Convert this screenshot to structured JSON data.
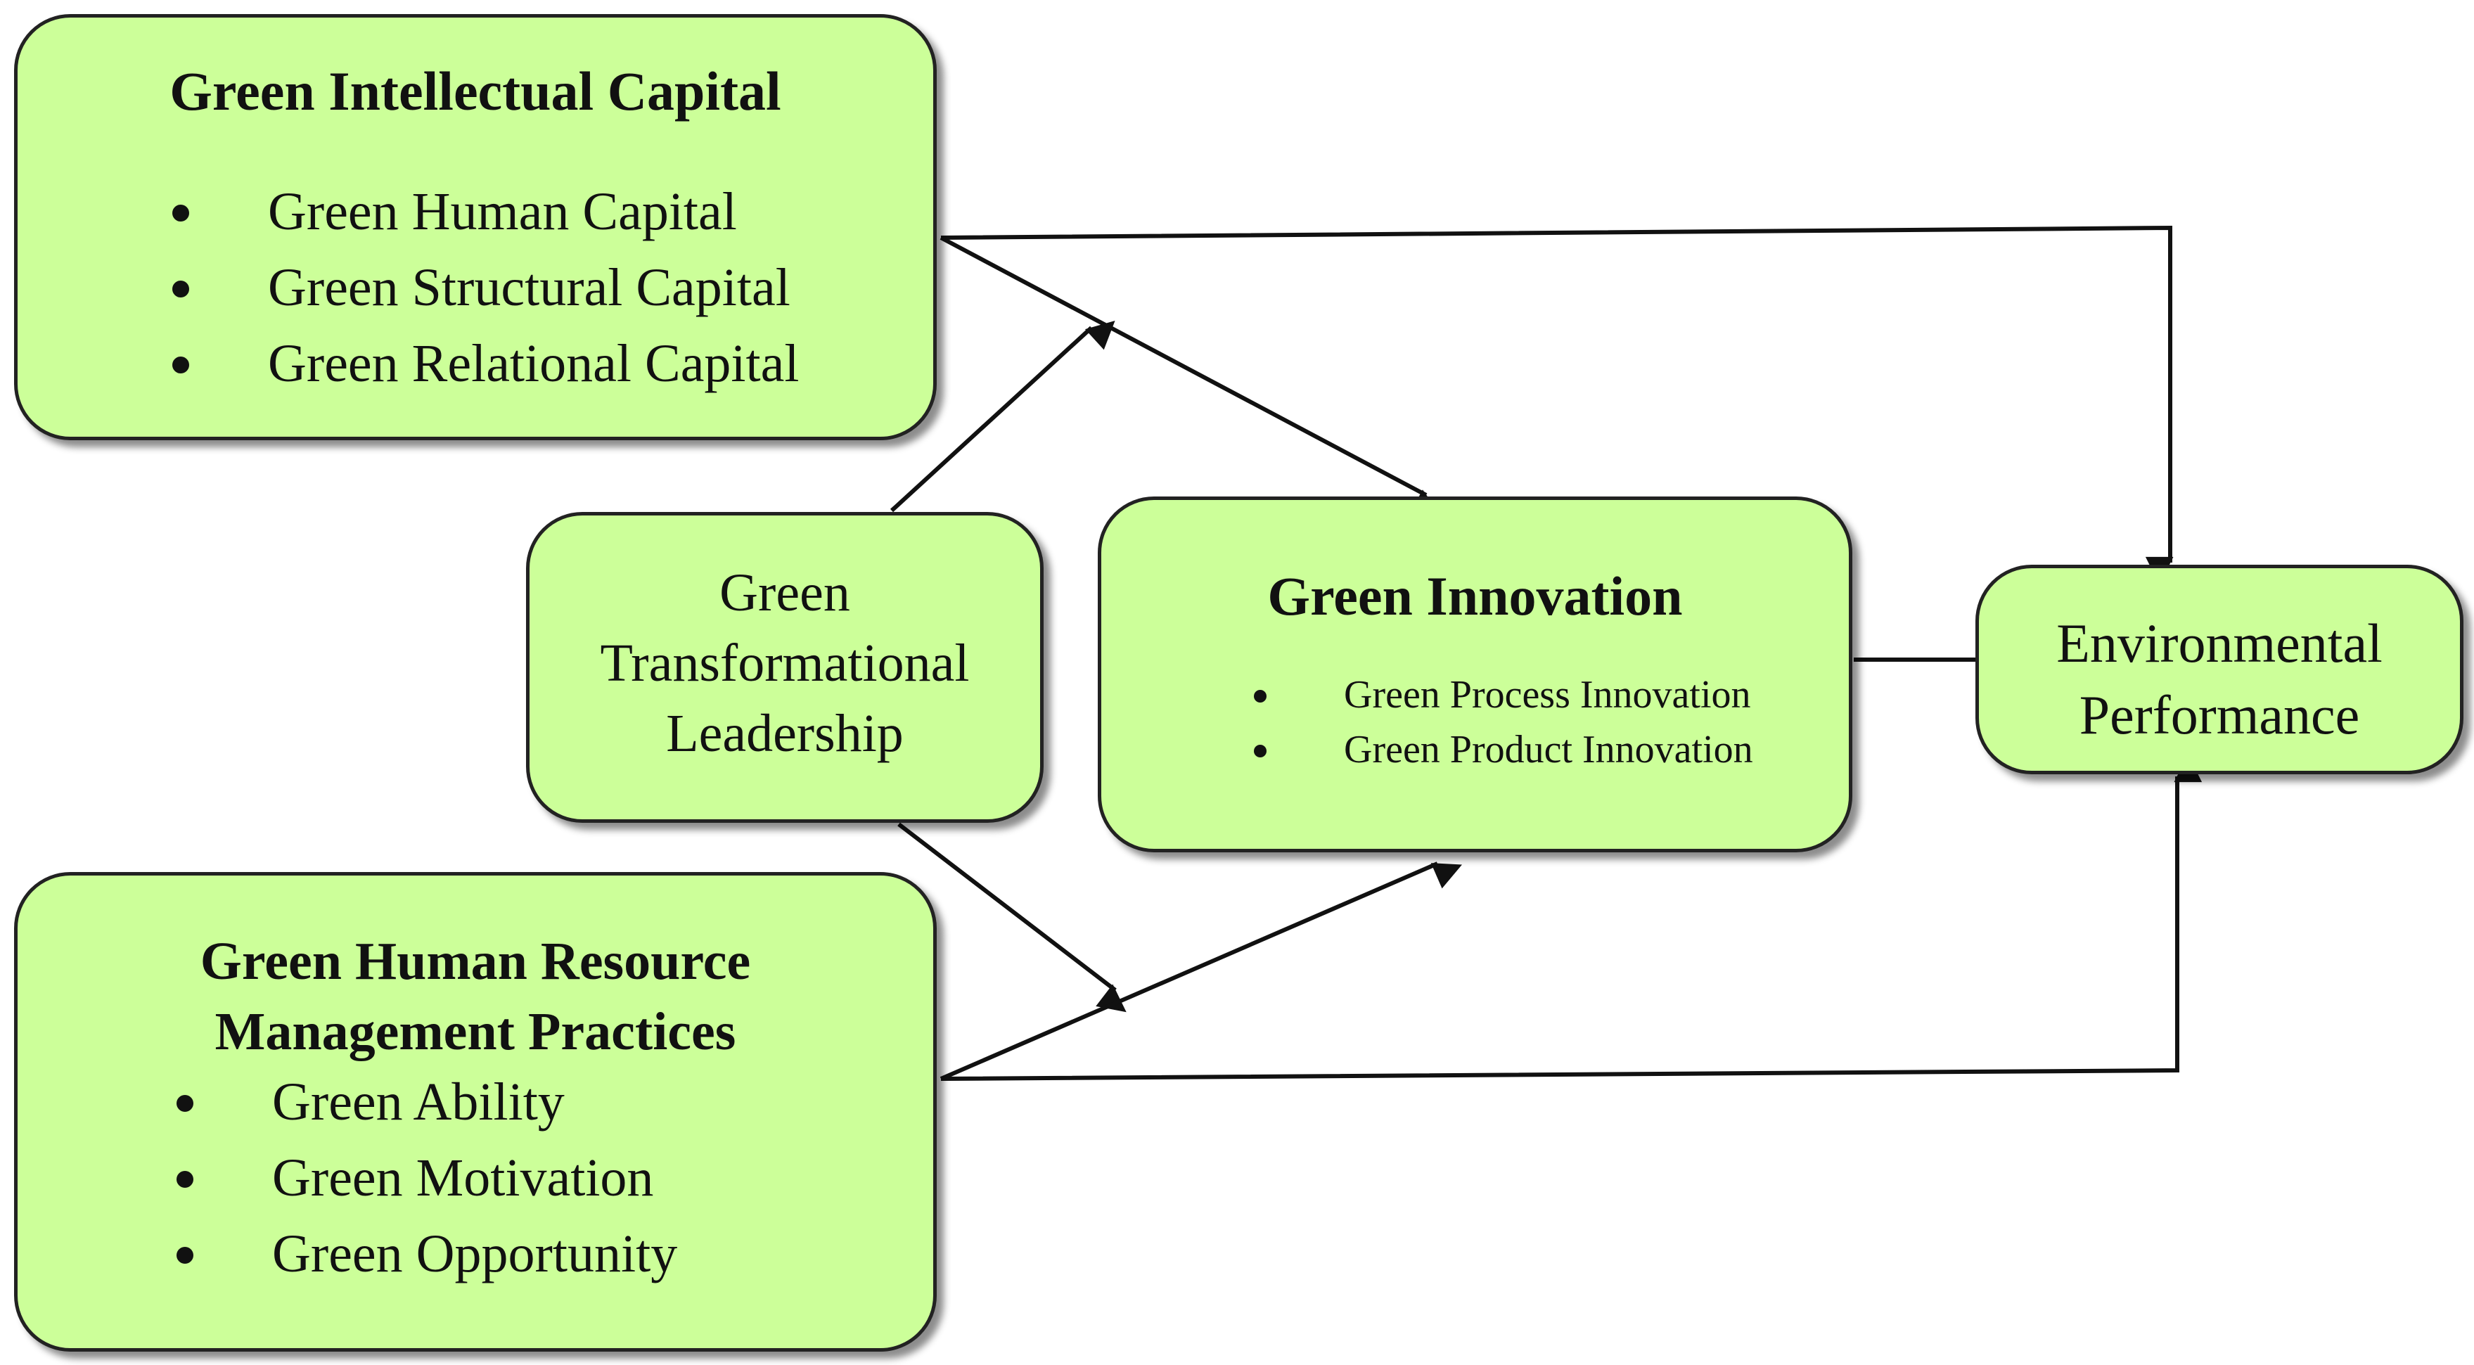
{
  "diagram": {
    "gic": {
      "title": "Green Intellectual Capital",
      "items": [
        "Green Human Capital",
        "Green Structural Capital",
        "Green Relational Capital"
      ]
    },
    "gtl": {
      "lines": [
        "Green",
        "Transformational",
        "Leadership"
      ]
    },
    "gi": {
      "title": "Green Innovation",
      "items": [
        "Green Process Innovation",
        "Green Product Innovation"
      ]
    },
    "ep": {
      "lines": [
        "Environmental",
        "Performance"
      ]
    },
    "ghrm": {
      "title_lines": [
        "Green Human Resource",
        "Management Practices"
      ],
      "items": [
        "Green Ability",
        "Green Motivation",
        "Green Opportunity"
      ]
    }
  },
  "colors": {
    "box_fill": "#ccff99",
    "border": "#222222",
    "arrow": "#111111"
  }
}
